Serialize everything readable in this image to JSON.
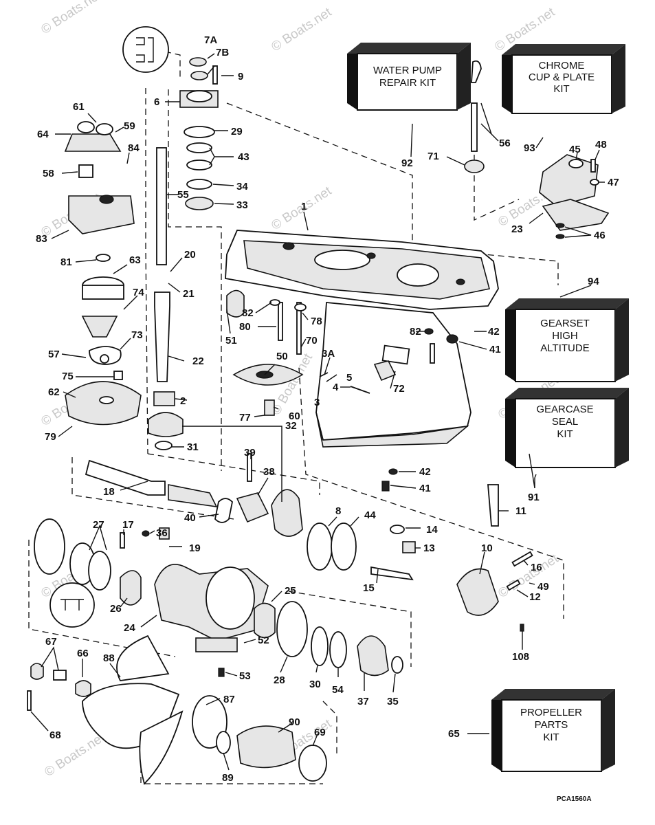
{
  "watermark": "© Boats.net",
  "diagram_code": "PCA1560A",
  "kits": [
    {
      "id": "water-pump-kit",
      "lines": [
        "WATER PUMP",
        "REPAIR KIT"
      ],
      "ref": "92"
    },
    {
      "id": "chrome-kit",
      "lines": [
        "CHROME",
        "CUP & PLATE",
        "KIT"
      ],
      "ref": "93"
    },
    {
      "id": "gearset-kit",
      "lines": [
        "GEARSET",
        "HIGH",
        "ALTITUDE"
      ],
      "ref": "94"
    },
    {
      "id": "seal-kit",
      "lines": [
        "GEARCASE",
        "SEAL",
        "KIT"
      ],
      "ref": "91"
    },
    {
      "id": "propeller-kit",
      "lines": [
        "PROPELLER",
        "PARTS",
        "KIT"
      ],
      "ref": "65"
    }
  ],
  "callouts": [
    "7A",
    "7B",
    "9",
    "6",
    "29",
    "43",
    "34",
    "33",
    "61",
    "59",
    "64",
    "84",
    "58",
    "55",
    "83",
    "81",
    "63",
    "20",
    "21",
    "74",
    "73",
    "22",
    "57",
    "75",
    "62",
    "2",
    "79",
    "31",
    "32",
    "1",
    "82",
    "78",
    "80",
    "70",
    "51",
    "50",
    "3A",
    "5",
    "4",
    "3",
    "72",
    "77",
    "60",
    "71",
    "56",
    "92",
    "93",
    "45",
    "48",
    "47",
    "23",
    "46",
    "94",
    "42",
    "41",
    "82",
    "42",
    "41",
    "39",
    "38",
    "18",
    "40",
    "8",
    "44",
    "11",
    "27",
    "17",
    "36",
    "19",
    "14",
    "13",
    "10",
    "16",
    "15",
    "49",
    "12",
    "25",
    "26",
    "24",
    "52",
    "28",
    "30",
    "54",
    "37",
    "35",
    "108",
    "67",
    "66",
    "88",
    "87",
    "53",
    "68",
    "90",
    "69",
    "89",
    "65",
    "91"
  ]
}
